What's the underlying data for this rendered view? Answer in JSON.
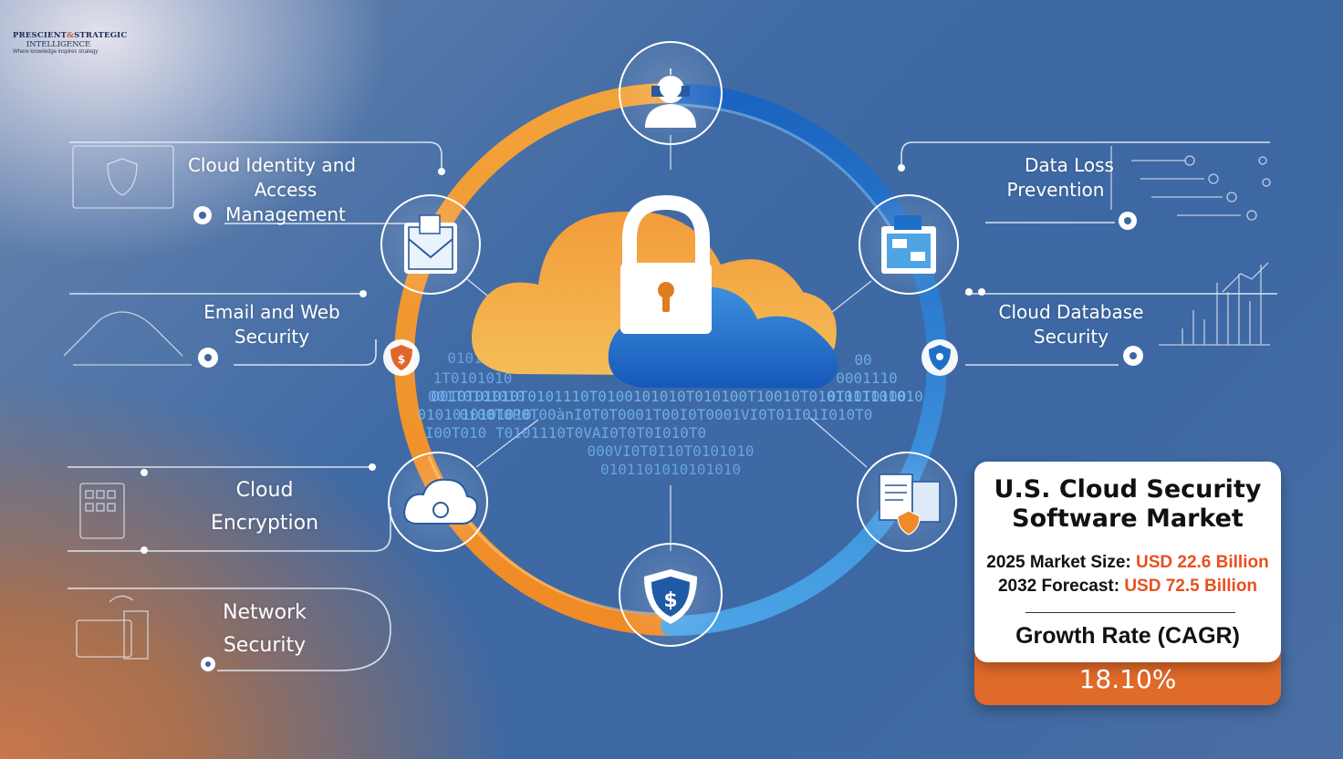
{
  "logo": {
    "line1_a": "PRESCIENT",
    "line1_amp": "&",
    "line1_b": "STRATEGIC",
    "line2": "INTELLIGENCE",
    "tagline": "Where knowledge inspires strategy"
  },
  "segments": {
    "cloud_identity": [
      "Cloud Identity and",
      "Access Management"
    ],
    "email_web": [
      "Email and Web",
      "Security"
    ],
    "cloud_encryption": [
      "Cloud",
      "Encryption"
    ],
    "network": [
      "Network",
      "Security"
    ],
    "data_loss": [
      "Data Loss",
      "Prevention"
    ],
    "cloud_database": [
      "Cloud Database",
      "Security"
    ]
  },
  "binary_rows": [
    "0101010",
    "1T0101010",
    "001T0101010",
    "0101010101010",
    "0010T01010T0101110T0100101010T010100T10010T0101011101010",
    "0í00T0P0T00ànI0T0T0001T00I0T0001VI0T01I01I010T0",
    "I00T010 T0101110T0VAI0T0T0I010T0",
    "000VI0T0I10T0101010",
    "0101101010101010"
  ],
  "card": {
    "title_line1": "U.S. Cloud Security",
    "title_line2": "Software Market",
    "market_size_label": "2025 Market Size:",
    "market_size_value": "USD 22.6 Billion",
    "forecast_label": "2032 Forecast:",
    "forecast_value": "USD 72.5 Billion",
    "cagr_label": "Growth Rate (CAGR)",
    "cagr_value": "18.10%"
  },
  "colors": {
    "orange": "#f0952e",
    "blue": "#1f6fc7",
    "accent_red": "#e8501f",
    "card_bottom": "#e06a2a"
  },
  "icons": {
    "top": "user-icon",
    "upper_left": "envelope-icon",
    "upper_right": "data-folder-icon",
    "mid_left": "shield-icon",
    "mid_right": "shield-icon",
    "lower_left": "cloud-lock-icon",
    "lower_right": "document-shield-icon",
    "bottom": "shield-dollar-icon",
    "center": "cloud-padlock-icon"
  }
}
